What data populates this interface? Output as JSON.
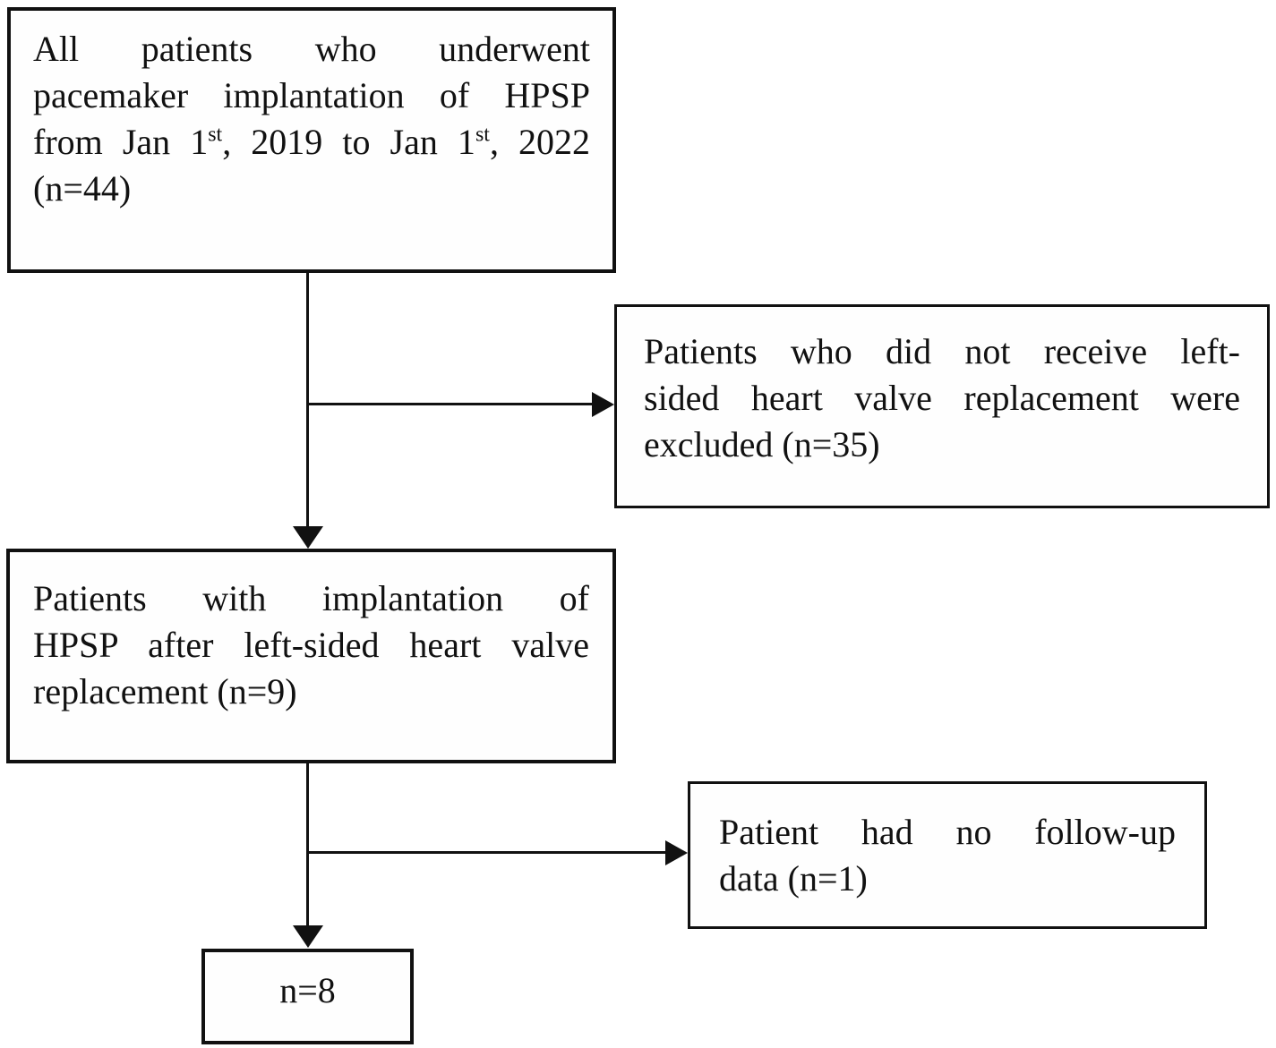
{
  "figure": {
    "type": "flowchart",
    "description": "Patient selection flow diagram",
    "colors": {
      "line": "#111111",
      "background": "#ffffff",
      "text": "#111111"
    },
    "boxes": {
      "all_patients": {
        "line1": "All patients who underwent",
        "line2": "pacemaker implantation of HPSP",
        "line3_part1": "from Jan 1",
        "line3_sup1": "st",
        "line3_part2": ", 2019 to Jan 1",
        "line3_sup2": "st",
        "line3_part3": ", 2022",
        "line4": "(n=44)"
      },
      "excluded_no_valve": {
        "line1": "Patients who did not receive left-",
        "line2": "sided heart valve replacement were",
        "line3": "excluded (n=35)"
      },
      "hpsp_after_valve": {
        "line1": "Patients with implantation of",
        "line2": "HPSP after left-sided heart valve",
        "line3": "replacement (n=9)"
      },
      "no_followup": {
        "line1": "Patient had no follow-up",
        "line2": "data (n=1)"
      },
      "final_count": {
        "label": "n=8"
      }
    }
  }
}
